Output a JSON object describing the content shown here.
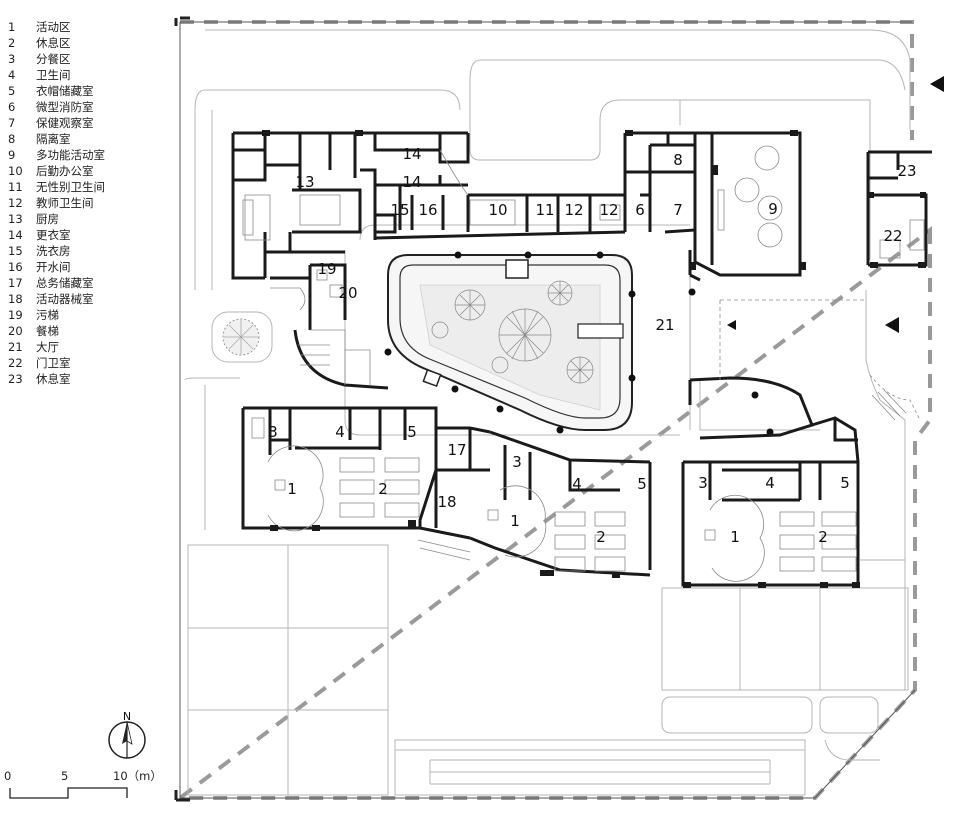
{
  "legend": [
    {
      "num": "1",
      "name": "活动区"
    },
    {
      "num": "2",
      "name": "休息区"
    },
    {
      "num": "3",
      "name": "分餐区"
    },
    {
      "num": "4",
      "name": "卫生间"
    },
    {
      "num": "5",
      "name": "衣帽储藏室"
    },
    {
      "num": "6",
      "name": "微型消防室"
    },
    {
      "num": "7",
      "name": "保健观察室"
    },
    {
      "num": "8",
      "name": "隔离室"
    },
    {
      "num": "9",
      "name": "多功能活动室"
    },
    {
      "num": "10",
      "name": "后勤办公室"
    },
    {
      "num": "11",
      "name": "无性别卫生间"
    },
    {
      "num": "12",
      "name": "教师卫生间"
    },
    {
      "num": "13",
      "name": "厨房"
    },
    {
      "num": "14",
      "name": "更衣室"
    },
    {
      "num": "15",
      "name": "洗衣房"
    },
    {
      "num": "16",
      "name": "开水间"
    },
    {
      "num": "17",
      "name": "总务储藏室"
    },
    {
      "num": "18",
      "name": "活动器械室"
    },
    {
      "num": "19",
      "name": "污梯"
    },
    {
      "num": "20",
      "name": "餐梯"
    },
    {
      "num": "21",
      "name": "大厅"
    },
    {
      "num": "22",
      "name": "门卫室"
    },
    {
      "num": "23",
      "name": "休息室"
    }
  ],
  "room_labels": [
    "14",
    "14",
    "13",
    "15",
    "16",
    "10",
    "11",
    "12",
    "12",
    "6",
    "7",
    "8",
    "9",
    "23",
    "22",
    "19",
    "20",
    "21",
    "3",
    "4",
    "5",
    "1",
    "2",
    "17",
    "18",
    "3",
    "4",
    "5",
    "1",
    "2",
    "3",
    "4",
    "5",
    "1",
    "2"
  ],
  "north_label": "N",
  "scale_bar": {
    "ticks": [
      "0",
      "5",
      "10（m）"
    ]
  },
  "colors": {
    "wall": "#1a1a1a",
    "thin": "#8a8a8a",
    "light": "#b5b5b5",
    "background": "#ffffff"
  },
  "icons": [
    "entrance-arrow-icon",
    "north-arrow-icon",
    "tree-icon"
  ]
}
